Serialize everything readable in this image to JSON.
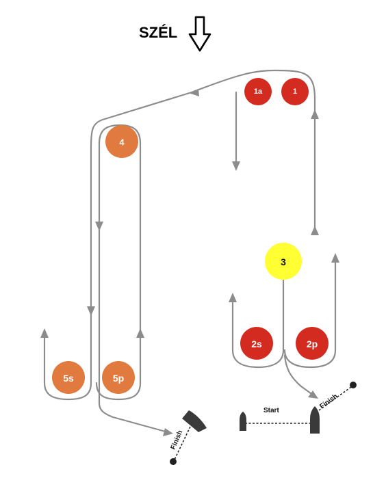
{
  "wind": {
    "label": "SZÉL",
    "icon": "down-arrow-icon"
  },
  "buoys": [
    {
      "id": "1a",
      "label": "1a",
      "color": "#d42b20"
    },
    {
      "id": "1",
      "label": "1",
      "color": "#d42b20"
    },
    {
      "id": "4",
      "label": "4",
      "color": "#e07a3e"
    },
    {
      "id": "3",
      "label": "3",
      "color": "#ffff33"
    },
    {
      "id": "2s",
      "label": "2s",
      "color": "#d42b20"
    },
    {
      "id": "2p",
      "label": "2p",
      "color": "#d42b20"
    },
    {
      "id": "5s",
      "label": "5s",
      "color": "#e07a3e"
    },
    {
      "id": "5p",
      "label": "5p",
      "color": "#e07a3e"
    }
  ],
  "start_line": {
    "label": "Start"
  },
  "finish_lines": [
    {
      "id": "right",
      "label": "Finish"
    },
    {
      "id": "left",
      "label": "Finish"
    }
  ],
  "colors": {
    "track": "#8c8c8c",
    "red_buoy": "#d42b20",
    "orange_buoy": "#e07a3e",
    "yellow_buoy": "#ffff33",
    "boat": "#3a3a3a"
  }
}
